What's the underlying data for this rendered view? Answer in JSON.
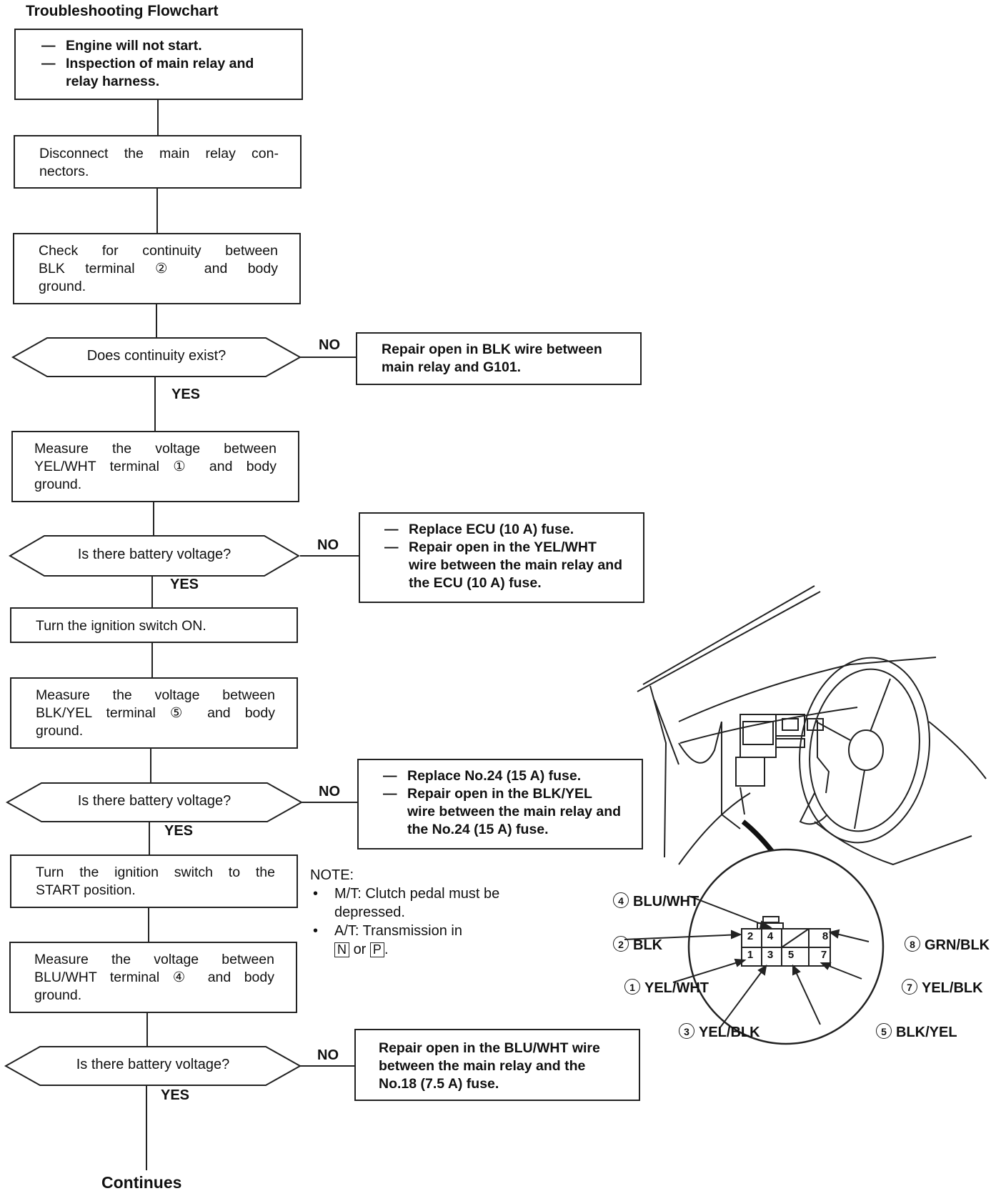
{
  "title": "Troubleshooting Flowchart",
  "start_box": [
    "Engine will not start.",
    "Inspection of main relay and relay harness."
  ],
  "steps": {
    "s1": "Disconnect the main relay con- nectors.",
    "s2": {
      "line1": "Check for continuity between",
      "line2": "BLK terminal ② and body",
      "line3": "ground."
    },
    "s3": {
      "line1": "Measure the voltage between",
      "line2": "YEL/WHT terminal ① and body",
      "line3": "ground."
    },
    "s4": "Turn the ignition switch ON.",
    "s5": {
      "line1": "Measure the voltage between",
      "line2": "BLK/YEL terminal ⑤ and body",
      "line3": "ground."
    },
    "s6": {
      "line1": "Turn the ignition switch to the",
      "line2": "START position."
    },
    "s7": {
      "line1": "Measure the voltage between",
      "line2": "BLU/WHT terminal ④ and body",
      "line3": "ground."
    }
  },
  "decisions": {
    "d1": "Does continuity exist?",
    "d2": "Is there battery voltage?",
    "d3": "Is there battery voltage?",
    "d4": "Is there battery voltage?"
  },
  "labels": {
    "yes": "YES",
    "no": "NO",
    "continues": "Continues"
  },
  "results": {
    "r1": "Repair open in BLK wire between main relay and G101.",
    "r2": [
      "Replace ECU (10 A) fuse.",
      "Repair open in the YEL/WHT wire between the main relay and the ECU (10 A) fuse."
    ],
    "r3": [
      "Replace No.24 (15 A) fuse.",
      "Repair open in the BLK/YEL wire between the main relay and the No.24 (15 A) fuse."
    ],
    "r4": "Repair open in the BLU/WHT wire between the main relay and the No.18 (7.5 A) fuse."
  },
  "note": {
    "heading": "NOTE:",
    "item1": "M/T: Clutch pedal must be depressed.",
    "item2_prefix": "A/T: Transmission in",
    "key_n": "N",
    "key_or": "or",
    "key_p": "P",
    "key_end": "."
  },
  "connector": {
    "pins_top": [
      "2",
      "4",
      "8"
    ],
    "pins_bottom": [
      "1",
      "3",
      "5",
      "7"
    ],
    "wires": {
      "w4": {
        "num": "4",
        "color": "BLU/WHT"
      },
      "w2": {
        "num": "2",
        "color": "BLK"
      },
      "w1": {
        "num": "1",
        "color": "YEL/WHT"
      },
      "w3": {
        "num": "3",
        "color": "YEL/BLK"
      },
      "w8": {
        "num": "8",
        "color": "GRN/BLK"
      },
      "w7": {
        "num": "7",
        "color": "YEL/BLK"
      },
      "w5": {
        "num": "5",
        "color": "BLK/YEL"
      }
    }
  }
}
